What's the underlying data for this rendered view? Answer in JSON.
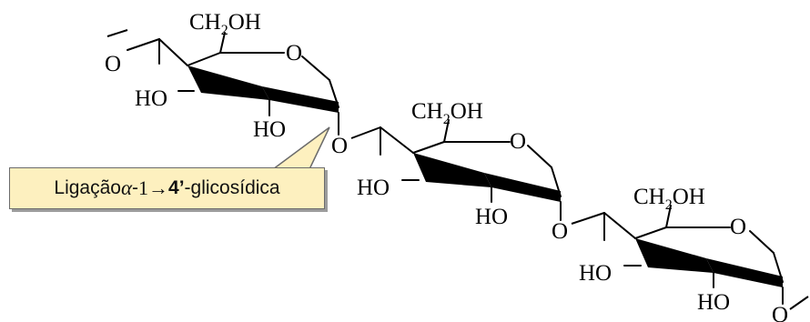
{
  "units": [
    {
      "ch2oh_main": "CH",
      "ch2oh_sub": "2",
      "ch2oh_tail": "OH",
      "ring_o": "O",
      "ho_left": "HO",
      "ho_bottom": "HO"
    },
    {
      "ch2oh_main": "CH",
      "ch2oh_sub": "2",
      "ch2oh_tail": "OH",
      "ring_o": "O",
      "ho_left": "HO",
      "ho_bottom": "HO"
    },
    {
      "ch2oh_main": "CH",
      "ch2oh_sub": "2",
      "ch2oh_tail": "OH",
      "ring_o": "O",
      "ho_left": "HO",
      "ho_bottom": "HO"
    }
  ],
  "bridges": {
    "left_end": "O",
    "link1": "O",
    "link2": "O",
    "right_end": "O"
  },
  "callout": {
    "prefix": "Ligação ",
    "alpha": "α",
    "dash": "-",
    "one": "1",
    "arrow": "→",
    "four": "4’",
    "suffix": "-glicosídica"
  }
}
